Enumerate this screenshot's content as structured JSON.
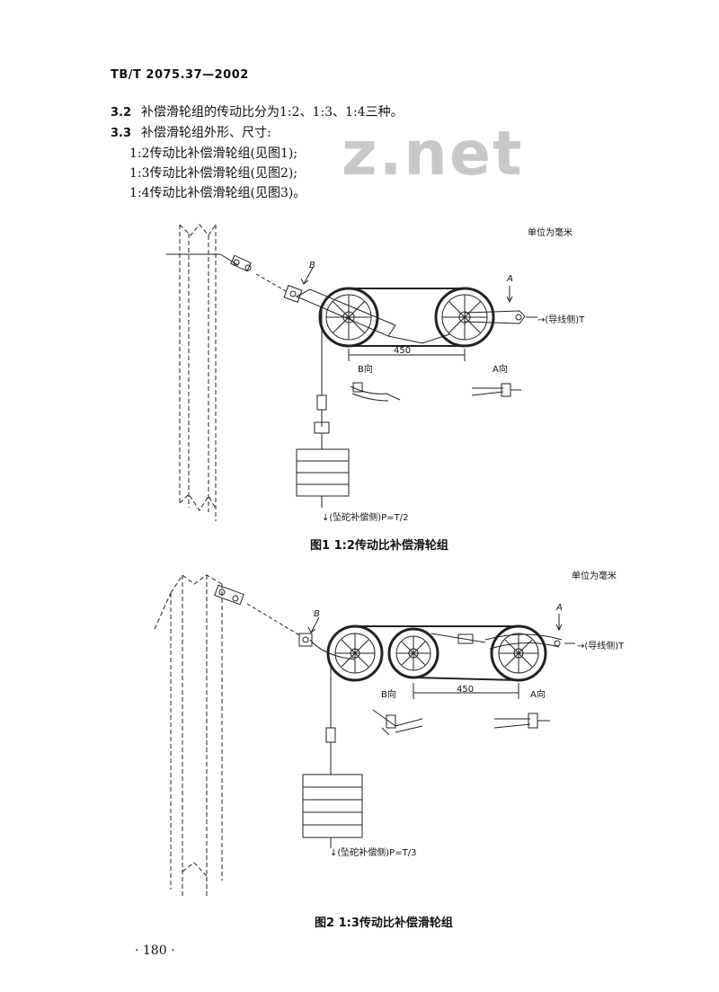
{
  "header": "TB/T 2075.37—2002",
  "watermark": "z.net",
  "clauses": [
    {
      "num": "3.2",
      "text": "补偿滑轮组的传动比分为1:2、1:3、1:4三种。"
    },
    {
      "num": "3.3",
      "text": "补偿滑轮组外形、尺寸:"
    }
  ],
  "items": [
    "1:2传动比补偿滑轮组(见图1);",
    "1:3传动比补偿滑轮组(见图2);",
    "1:4传动比补偿滑轮组(见图3)。"
  ],
  "figure1": {
    "unit": "单位为毫米",
    "label_b": "B",
    "label_a": "A",
    "wire_side": "→(导线侧)T",
    "dimension": "450",
    "b_view": "B向",
    "a_view": "A向",
    "weight_side": "↓(坠砣补偿侧)P=T/2",
    "caption": "图1  1:2传动比补偿滑轮组"
  },
  "figure2": {
    "unit": "单位为毫米",
    "label_b": "B",
    "label_a": "A",
    "wire_side": "→(导线侧)T",
    "dimension": "450",
    "b_view": "B向",
    "a_view": "A向",
    "weight_side": "↓(坠砣补偿侧)P=T/3",
    "caption": "图2  1:3传动比补偿滑轮组"
  },
  "page_number": "· 180 ·"
}
